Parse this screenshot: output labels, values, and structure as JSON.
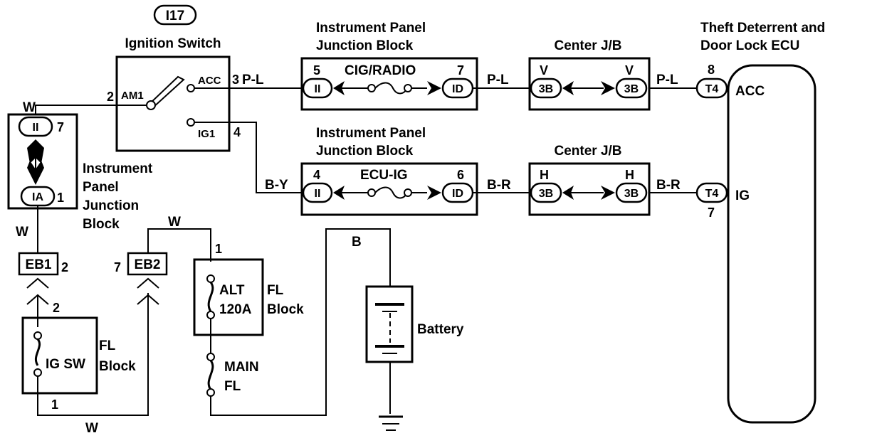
{
  "diagram": {
    "title_connector": "I17",
    "ignition_switch": {
      "label": "Ignition Switch",
      "terminals": {
        "am1": "AM1",
        "acc": "ACC",
        "ig1": "IG1"
      },
      "pins": {
        "am1": "2",
        "acc": "3",
        "ig1": "4"
      }
    },
    "ipjb_top": {
      "label_line1": "Instrument Panel",
      "label_line2": "Junction Block",
      "fuse": "CIG/RADIO",
      "left_pin": "5",
      "left_conn": "II",
      "right_pin": "7",
      "right_conn": "ID"
    },
    "ipjb_bottom": {
      "label_line1": "Instrument Panel",
      "label_line2": "Junction Block",
      "fuse": "ECU-IG",
      "left_pin": "4",
      "left_conn": "II",
      "right_pin": "6",
      "right_conn": "ID"
    },
    "center_jb_top": {
      "label": "Center J/B",
      "left_pin": "V",
      "left_conn": "3B",
      "right_pin": "V",
      "right_conn": "3B"
    },
    "center_jb_bottom": {
      "label": "Center J/B",
      "left_pin": "H",
      "left_conn": "3B",
      "right_pin": "H",
      "right_conn": "3B"
    },
    "ecu": {
      "label_line1": "Theft Deterrent and",
      "label_line2": "Door Lock ECU",
      "acc_terminal": "ACC",
      "acc_conn": "T4",
      "acc_pin": "8",
      "ig_terminal": "IG",
      "ig_conn": "T4",
      "ig_pin": "7"
    },
    "ipjb_left": {
      "label_lines": [
        "Instrument",
        "Panel",
        "Junction",
        "Block"
      ],
      "top_conn": "II",
      "top_pin": "7",
      "bottom_conn": "IA",
      "bottom_pin": "1"
    },
    "eb1": {
      "label": "EB1",
      "pin": "2"
    },
    "eb2": {
      "label": "EB2",
      "pin": "7"
    },
    "fl_block_igsw": {
      "fuse": "IG SW",
      "label_line1": "FL",
      "label_line2": "Block",
      "top_pin": "2",
      "bottom_pin": "1"
    },
    "fl_block_alt": {
      "fuse_line1": "ALT",
      "fuse_line2": "120A",
      "label_line1": "FL",
      "label_line2": "Block",
      "top_pin": "1"
    },
    "main_fl": {
      "line1": "MAIN",
      "line2": "FL"
    },
    "battery": {
      "label": "Battery"
    },
    "wire_colors": {
      "am1_to_ipjb": "W",
      "acc_to_ipjb": "P-L",
      "ipjb_to_cjb_acc": "P-L",
      "cjb_to_ecu_acc": "P-L",
      "ig1_to_ipjb": "B-Y",
      "ipjb_to_cjb_ig": "B-R",
      "cjb_to_ecu_ig": "B-R",
      "ipjb_to_eb1": "W",
      "eb2_to_alt": "W",
      "bottom_loop": "W",
      "battery_feed": "B"
    }
  }
}
